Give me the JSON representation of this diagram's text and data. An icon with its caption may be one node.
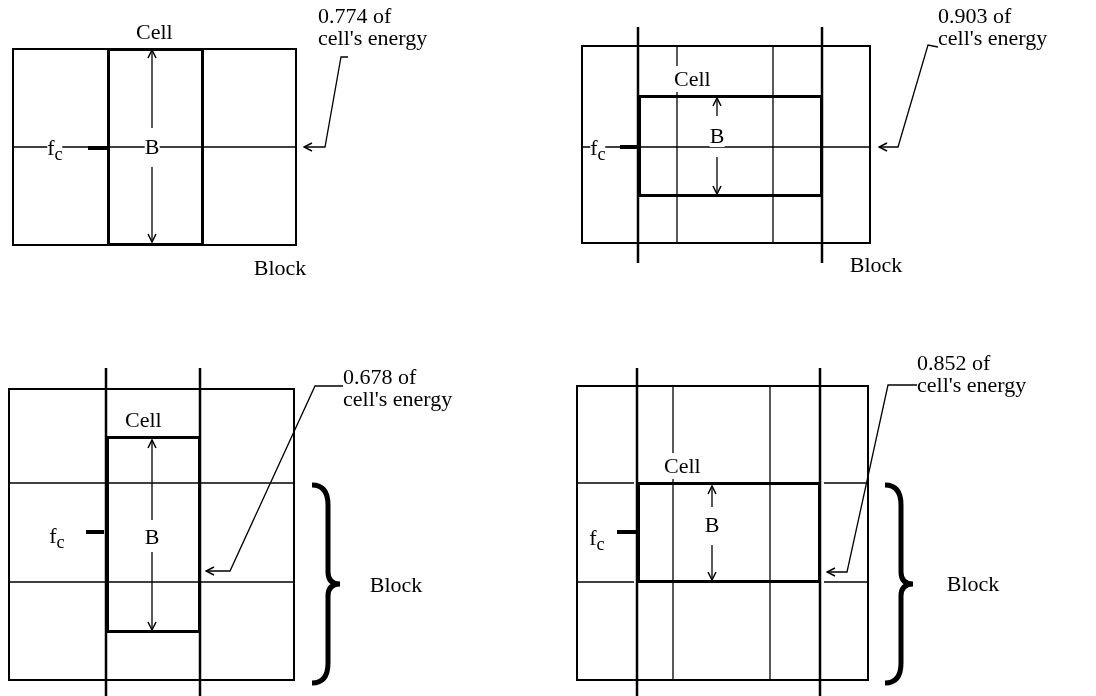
{
  "diagram": {
    "nodes": [
      {
        "text": [],
        "shape": "box",
        "beside": [
          "Block"
        ]
      },
      {
        "text": [
          "Cell"
        ],
        "in": 0
      },
      {
        "text": [
          "0.774 of cell's energy"
        ]
      },
      {
        "text": [],
        "shape": "box",
        "beside": [
          "Block"
        ]
      },
      {
        "text": [
          "Cell"
        ],
        "in": 3
      },
      {
        "text": [
          "0.903 of cell's energy"
        ]
      },
      {
        "text": [],
        "shape": "box",
        "beside": [
          "Block"
        ]
      },
      {
        "text": [
          "Cell"
        ],
        "in": 6
      },
      {
        "text": [
          "0.678 of cell's energy"
        ]
      },
      {
        "text": [],
        "shape": "box",
        "beside": [
          "Block"
        ]
      },
      {
        "text": [
          "Cell"
        ],
        "in": 9
      },
      {
        "text": [
          "0.852 of cell's energy"
        ]
      }
    ],
    "edges": [
      {
        "from": 2,
        "to": 0,
        "arrow": "to"
      },
      {
        "from": 5,
        "to": 3,
        "arrow": "to"
      },
      {
        "from": 8,
        "to": 7,
        "arrow": "to"
      },
      {
        "from": 11,
        "to": 10,
        "arrow": "to"
      }
    ],
    "labels": [
      "f$_{c}$",
      "B",
      "f$_{c}$",
      "B",
      "f$_{c}$",
      "B",
      "f$_{c}$",
      "B"
    ]
  }
}
